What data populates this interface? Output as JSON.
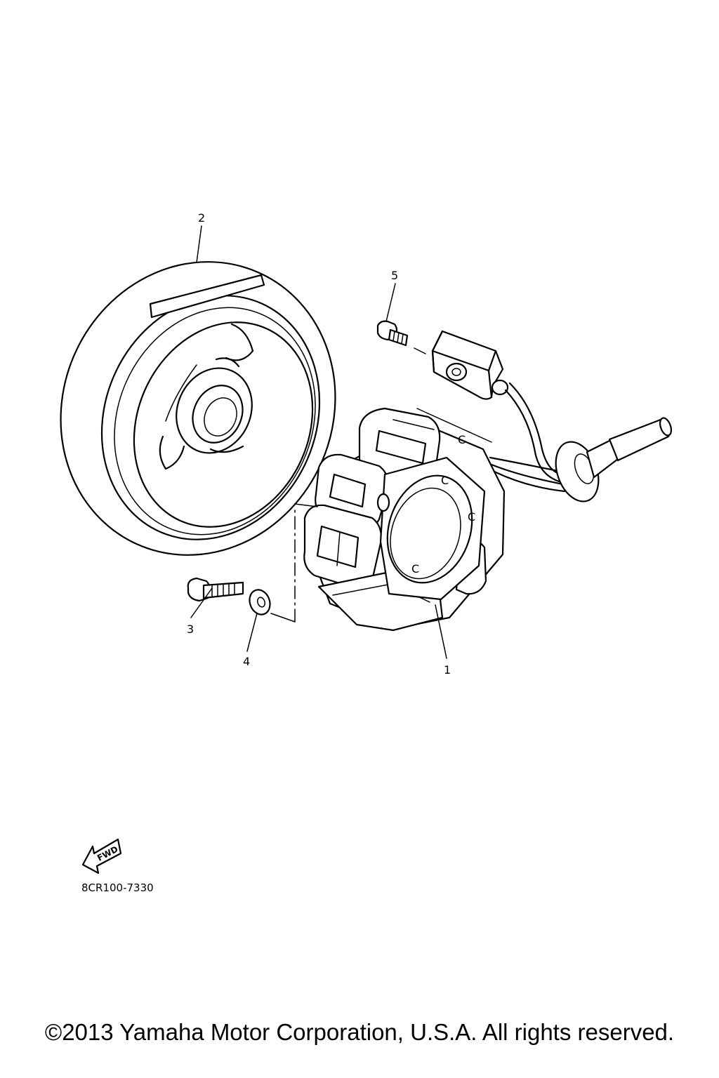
{
  "callouts": {
    "part1": "1",
    "part2": "2",
    "part3": "3",
    "part4": "4",
    "part5": "5"
  },
  "stator_marks": [
    "C",
    "C",
    "C",
    "C"
  ],
  "fwd_label": "FWD",
  "diagram_code": "8CR100-7330",
  "copyright": "©2013 Yamaha Motor Corporation, U.S.A. All rights reserved.",
  "colors": {
    "line": "#000000",
    "background": "#ffffff"
  }
}
